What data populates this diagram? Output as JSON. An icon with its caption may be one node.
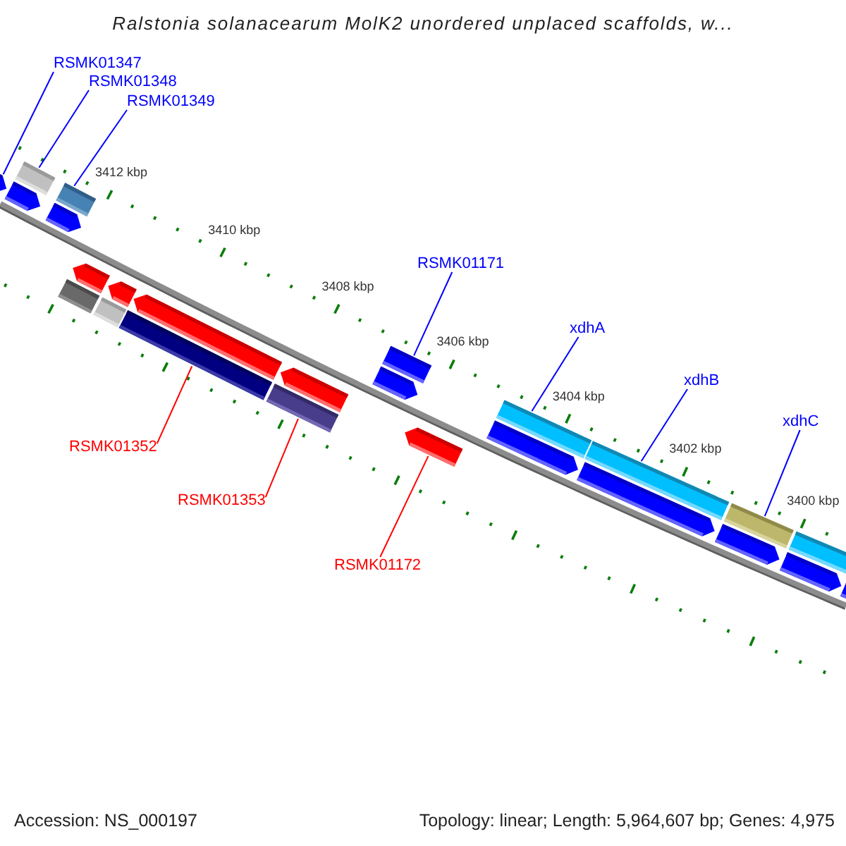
{
  "diagram": {
    "title": "Ralstonia solanacearum MolK2 unordered unplaced scaffolds, w...",
    "nodes": [
      {
        "text": [
          "RSMK01347"
        ]
      },
      {
        "text": [
          "RSMK01348"
        ]
      },
      {
        "text": [
          "RSMK01349"
        ]
      },
      {
        "text": [
          "RSMK01171"
        ]
      },
      {
        "text": [
          "xdhA"
        ]
      },
      {
        "text": [
          "xdhB"
        ]
      },
      {
        "text": [
          "xdhC"
        ]
      },
      {
        "text": [
          "RSMK01352"
        ]
      },
      {
        "text": [
          "RSMK01353"
        ]
      },
      {
        "text": [
          "RSMK01172"
        ]
      },
      {
        "text": [],
        "shape": "arrow"
      },
      {
        "text": [],
        "shape": "bar"
      },
      {
        "text": [],
        "shape": "bar"
      },
      {
        "text": [],
        "shape": "bar"
      },
      {
        "text": [],
        "shape": "bar"
      },
      {
        "text": [],
        "shape": "bar"
      },
      {
        "text": [],
        "shape": "arrow"
      },
      {
        "text": [],
        "shape": "bar"
      },
      {
        "text": [],
        "shape": "bar"
      },
      {
        "text": [],
        "shape": "bar"
      },
      {
        "text": [],
        "shape": "bar"
      }
    ],
    "edges": [
      {
        "from": 0,
        "to": 10,
        "arrow": "none"
      },
      {
        "from": 1,
        "to": 11,
        "arrow": "none"
      },
      {
        "from": 2,
        "to": 12,
        "arrow": "none"
      },
      {
        "from": 3,
        "to": 15,
        "arrow": "none"
      },
      {
        "from": 4,
        "to": 17,
        "arrow": "none"
      },
      {
        "from": 5,
        "to": 18,
        "arrow": "none"
      },
      {
        "from": 6,
        "to": 19,
        "arrow": "none"
      },
      {
        "from": 7,
        "to": 13,
        "arrow": "none",
        "color": "#ff0000"
      },
      {
        "from": 8,
        "to": 14,
        "arrow": "none",
        "color": "#ff0000"
      },
      {
        "from": 9,
        "to": 16,
        "arrow": "none",
        "color": "#ff0000"
      }
    ],
    "labels": [
      "3412 kbp",
      "3410 kbp",
      "3408 kbp",
      "3406 kbp",
      "3404 kbp",
      "3402 kbp",
      "3400 kbp",
      "Accession: NS_000197",
      "Topology: linear; Length: 5,964,607 bp; Genes: 4,975"
    ]
  }
}
